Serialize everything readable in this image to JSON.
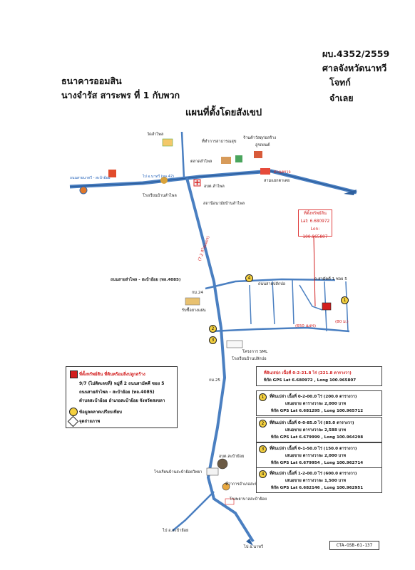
{
  "header": {
    "case_no": "ผบ.4352/2559",
    "court": "ศาลจังหวัดนาทวี",
    "plaintiff_role": "โจทก์",
    "defendant_role": "จำเลย",
    "plaintiff": "ธนาคารออมสิน",
    "defendant": "นางจำรัส สาระพร ที่ 1 กับพวก",
    "map_title": "แผนที่ตั้งโดยสังเขป"
  },
  "map_labels": {
    "wat_lampai": "วัดลำไพล",
    "district_office": "ที่ทำการสาธารณสุข",
    "market": "ตลาดลำไพล",
    "shop_material": "ร้านค้าวัสดุก่อสร้าง",
    "car_shop": "อู่รถยนต์",
    "garage": "สามแยกตาเคย",
    "school_lampai": "โรงเรียนบ้านลำไพล",
    "sao_lampai": "อบต.ลำไพล",
    "checkpoint": "ด่านตรวจ",
    "health_station": "สถานีอนามัยบ้านลำไพล",
    "road_main": "ถนนสายลำไพล - สะบ้าย้อย (ทล.4085)",
    "distance_road": "(7.2 กิโลเมตร)",
    "km24": "กม.24",
    "km25": "กม.25",
    "rubber": "รับซื้อยางแผ่น",
    "sml_project": "โครงการ SML",
    "school_nong": "โรงเรียนบ้านปลักปอ",
    "road_pond": "ถนนสายปลักปอ",
    "distance_small": "(650 เมตร)",
    "soi5": "ถ.สามัคคี 1 ซอย 5",
    "right_distance": "(80 ม.)",
    "sao_saba": "อบต.สะบ้าย้อย",
    "school_saba": "โรงเรียนบ้านสะบ้าย้อยวิทยา",
    "temple_saba": "ที่ว่าการอำเภอสะบ้าย้อย",
    "hospital_saba": "โรงพยาบาลสะบ้าย้อย",
    "to_saba": "ไป อ.สะบ้าย้อย",
    "to_bottom": "ไป อ.นาทวี",
    "left_road": "ถนนสายนาทวี - สะบ้าย้อย",
    "left_road2": "ไป อ.นาทวี (ทล.42)"
  },
  "target": {
    "title": "ที่ตั้งทรัพย์สิน",
    "lat": "Lat: 6.680972",
    "lon": "Lon: 100.965807"
  },
  "legend": {
    "line1": "ที่ตั้งทรัพย์สิน ที่ดินพร้อมสิ่งปลูกสร้าง",
    "line2": "9/7 (ไม่ติดเลขที่) หมู่ที่ 2 ถนนสามัคคี ซอย 5",
    "line3": "ถนนสายลำไพล - สะบ้าย้อย (ทล.4085)",
    "line4": "ตำบลสะบ้าย้อย อำเภอสะบ้าย้อย จังหวัดสงขลา",
    "market_ref": "ข้อมูลตลาดเปรียบเทียบ",
    "photo_point": "จุดถ่ายภาพ"
  },
  "info_boxes": [
    {
      "marker": "",
      "line1": "ที่ดิน/สปก เนื้อที่ 0-2-21.8 ไร่ (221.8 ตารางวา)",
      "line2": "พิกัด GPS Lat 6.680972 , Long 100.965807",
      "line3": ""
    },
    {
      "marker": "1",
      "line1": "ที่ดินเปล่า เนื้อที่ 0-2-00.0 ไร่ (200.0 ตารางวา)",
      "line2": "เสนอขาย ตารางวาละ 2,000 บาท",
      "line3": "พิกัด GPS Lat 6.681295 , Long 100.965712"
    },
    {
      "marker": "2",
      "line1": "ที่ดินเปล่า เนื้อที่ 0-0-85.0 ไร่ (85.0 ตารางวา)",
      "line2": "เสนอขาย ตารางวาละ 2,588 บาท",
      "line3": "พิกัด GPS Lat 6.679999 , Long 100.964298"
    },
    {
      "marker": "3",
      "line1": "ที่ดินเปล่า เนื้อที่ 0-1-50.0 ไร่ (150.0 ตารางวา)",
      "line2": "เสนอขาย ตารางวาละ 2,000 บาท",
      "line3": "พิกัด GPS Lat 6.679954 , Long 100.962714"
    },
    {
      "marker": "4",
      "line1": "ที่ดินเปล่า เนื้อที่ 1-2-00.0 ไร่ (600.0 ตารางวา)",
      "line2": "เสนอขาย ตารางวาละ 1,500 บาท",
      "line3": "พิกัด GPS Lat 6.682146 , Long 100.962951"
    }
  ],
  "doc_code": "CTA-GSB-61-137",
  "colors": {
    "road": "#4a7fc1",
    "road_dark": "#2d5f9e",
    "target_red": "#d21e1e",
    "market_yellow": "#f4d03f"
  }
}
